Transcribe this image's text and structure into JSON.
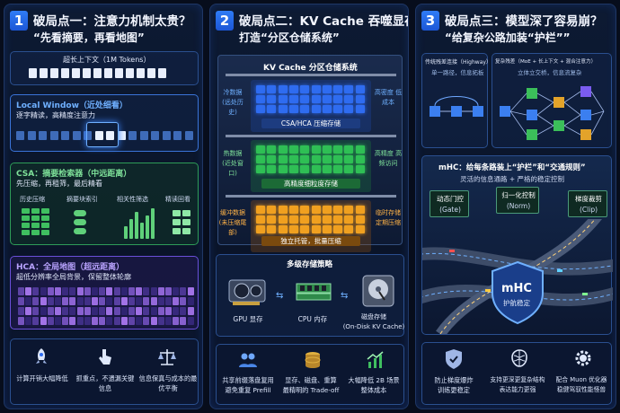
{
  "panel1": {
    "number": "1",
    "title": "破局点一：注意力机制太贵？",
    "subtitle": "“先看摘要，再看地图”",
    "context_label": "超长上下文（1M Tokens）",
    "local_title": "Local Window（近处细看）",
    "local_desc": "逐字精读，高精度注意力",
    "csa_title": "CSA：摘要检索器（中远距离）",
    "csa_desc1": "先压缩，再租筛，最后精看",
    "steps": [
      "历史压缩",
      "摘要块索引",
      "相关性筛选",
      "精读回看"
    ],
    "hca_title": "HCA：全局地图（超远距离）",
    "hca_desc": "超低分辨率全局背景，保留整体轮廓",
    "footer": [
      {
        "icon": "rocket-icon",
        "text": "计算开销大幅降低"
      },
      {
        "icon": "hand-pointer-icon",
        "text": "抓重点，不遗漏关键信息"
      },
      {
        "icon": "balance-scale-icon",
        "text": "信息保真与成本的最优平衡"
      }
    ]
  },
  "panel2": {
    "number": "2",
    "title": "破局点二：KV Cache 吞噬显存？",
    "subtitle": "打造“分区仓储系统”",
    "warehouse_title": "KV Cache 分区仓储系统",
    "tiers": [
      {
        "left": "冷数据\n(远处历史)",
        "center": "CSA/HCA 压缩存储",
        "right": "高密度\n低成本"
      },
      {
        "left": "热数据\n(近处窗口)",
        "center": "高精度细粒度存储",
        "right": "高精度\n高频访问"
      },
      {
        "left": "缓冲数据\n(未压缩尾部)",
        "center": "独立托管，批量压缩",
        "right": "临时存储\n定期压缩"
      }
    ],
    "strategy_title": "多级存储策略",
    "storage": [
      {
        "icon": "gpu-icon",
        "label": "GPU 显存"
      },
      {
        "icon": "ram-icon",
        "label": "CPU 内存"
      },
      {
        "icon": "hard-disk-icon",
        "label": "磁盘存储\n(On-Disk KV Cache)"
      }
    ],
    "footer": [
      {
        "icon": "users-icon",
        "text": "共享前缀落盘复用\n避免重复 Prefill"
      },
      {
        "icon": "database-icon",
        "text": "显存、磁盘、重算\n最精明的 Trade-off"
      },
      {
        "icon": "chart-up-icon",
        "text": "大幅降低 2B 场景\n整体成本"
      }
    ],
    "colors": {
      "cold": "#2f6cf0",
      "hot": "#2fbf55",
      "buffer": "#f0a020"
    }
  },
  "panel3": {
    "number": "3",
    "title": "破局点三：模型深了容易崩？",
    "subtitle": "“给复杂公路加装“护栏””",
    "left_box_title": "传统残差连接（Highway）",
    "left_box_desc": "单一路径，信息拓板",
    "right_box_title": "复杂残差（MoE + 长上下文 + 混合注意力）",
    "right_box_desc": "立体立交桥，信息流复杂",
    "mhc_title": "mHC：给每条路装上“护栏”和“交通规则”",
    "mhc_desc": "灵活的信息通路 + 严格的稳定控制",
    "signs": [
      {
        "title": "动态门控",
        "sub": "(Gate)"
      },
      {
        "title": "归一化控制",
        "sub": "(Norm)"
      },
      {
        "title": "梯度裁剪",
        "sub": "(Clip)"
      }
    ],
    "shield_title": "mHC",
    "shield_sub": "护航稳定",
    "footer": [
      {
        "icon": "shield-check-icon",
        "text": "防止梯度爆炸\n训练更稳定"
      },
      {
        "icon": "brain-icon",
        "text": "支持更深更复杂结构\n表达能力更强"
      },
      {
        "icon": "gear-check-icon",
        "text": "配合 Muon 优化器\n稳健驾驭性能怪兽"
      }
    ]
  }
}
